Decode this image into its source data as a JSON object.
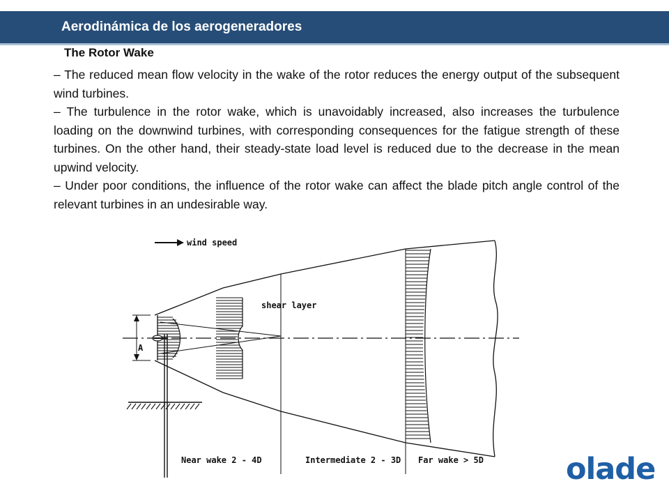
{
  "header": {
    "title": "Aerodinámica de los aerogeneradores"
  },
  "section": {
    "title": "The Rotor Wake"
  },
  "paragraphs": [
    "– The reduced mean flow velocity in the wake of the rotor reduces the energy output of the subsequent wind turbines.",
    "– The turbulence in the rotor wake, which is unavoidably increased, also increases the turbulence loading on the downwind turbines, with corresponding consequences for the fatigue strength of these turbines. On the other hand, their steady-state load level is reduced due to the decrease in the mean upwind velocity.",
    "– Under poor conditions, the influence of the rotor wake can affect the blade pitch angle control of the relevant turbines in an undesirable way."
  ],
  "diagram": {
    "wind_label": "wind speed",
    "shear_label": "shear layer",
    "diameter_label": "A",
    "zones": [
      {
        "label": "Near wake 2 - 4D"
      },
      {
        "label": "Intermediate 2 - 3D"
      },
      {
        "label": "Far wake > 5D"
      }
    ]
  },
  "logo": {
    "text": "olade"
  },
  "colors": {
    "header_bg": "#264d77",
    "logo": "#1f5fa6"
  }
}
